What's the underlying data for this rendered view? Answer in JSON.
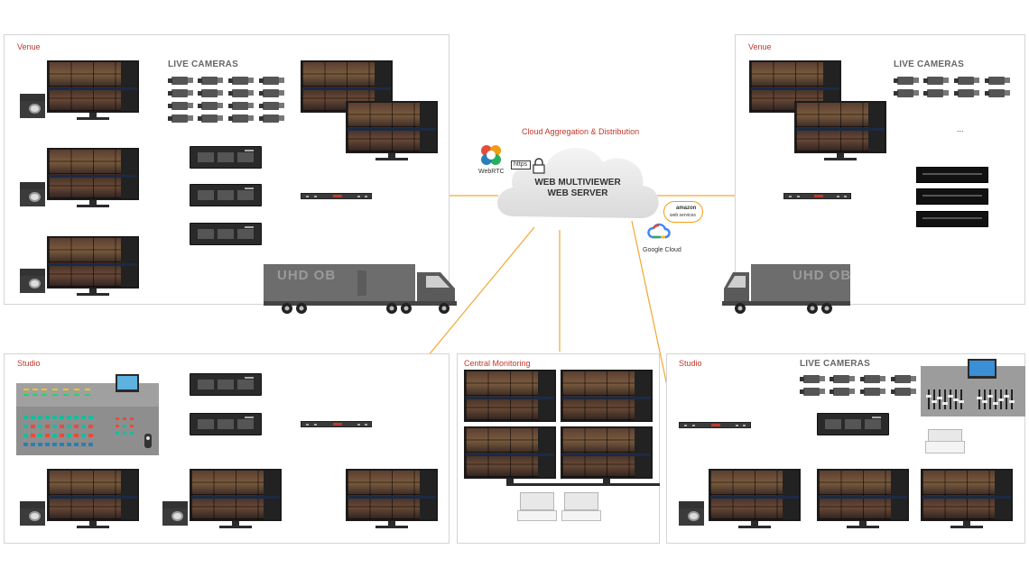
{
  "panels": {
    "venue_left": {
      "label": "Venue",
      "live_cameras": "LIVE CAMERAS",
      "truck": "UHD OB"
    },
    "venue_right": {
      "label": "Venue",
      "live_cameras": "LIVE CAMERAS",
      "truck": "UHD OB",
      "ellipsis": "..."
    },
    "studio_left": {
      "label": "Studio"
    },
    "central": {
      "label": "Central Monitoring"
    },
    "studio_right": {
      "label": "Studio",
      "live_cameras": "LIVE CAMERAS"
    }
  },
  "cloud": {
    "title": "Cloud Aggregation & Distribution",
    "server_line1": "WEB MULTIVIEWER",
    "server_line2": "WEB SERVER",
    "webrtc": "WebRTC",
    "https": "https",
    "google": "Google Cloud",
    "aws_line1": "web services",
    "aws_line2": "amazon"
  },
  "colors": {
    "red_link": "#c0392b",
    "blue_link": "#2c3e8c",
    "orange_link": "#f0a830",
    "accent_label": "#c0392b"
  },
  "icons": [
    "monitor-icon",
    "camera-icon",
    "deck-icon",
    "rack-server-icon",
    "network-switch-icon",
    "truck-icon",
    "laptop-icon",
    "cloud-icon",
    "lock-icon",
    "webrtc-logo",
    "google-cloud-logo",
    "aws-logo",
    "mixing-console-icon"
  ]
}
